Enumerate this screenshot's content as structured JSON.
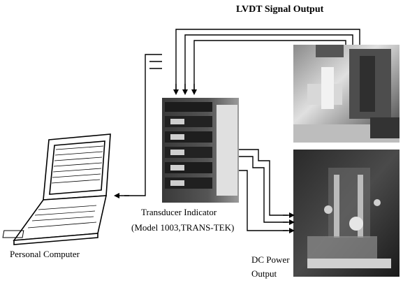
{
  "labels": {
    "lvdt_signal_output": "LVDT Signal Output",
    "transducer_indicator_line1": "Transducer Indicator",
    "transducer_indicator_line2": "(Model 1003,TRANS-TEK)",
    "personal_computer": "Personal Computer",
    "dc_power_output_line1": "DC Power",
    "dc_power_output_line2": "Output"
  },
  "colors": {
    "line": "#000000",
    "photo_dark": "#2a2a2a",
    "photo_mid": "#6b6b6b",
    "photo_light": "#cfcfcf"
  },
  "icons": {
    "computer": "laptop-icon",
    "indicator": "transducer-indicator-photo",
    "lvdt": "lvdt-apparatus-photo",
    "test_rig": "test-rig-photo"
  }
}
